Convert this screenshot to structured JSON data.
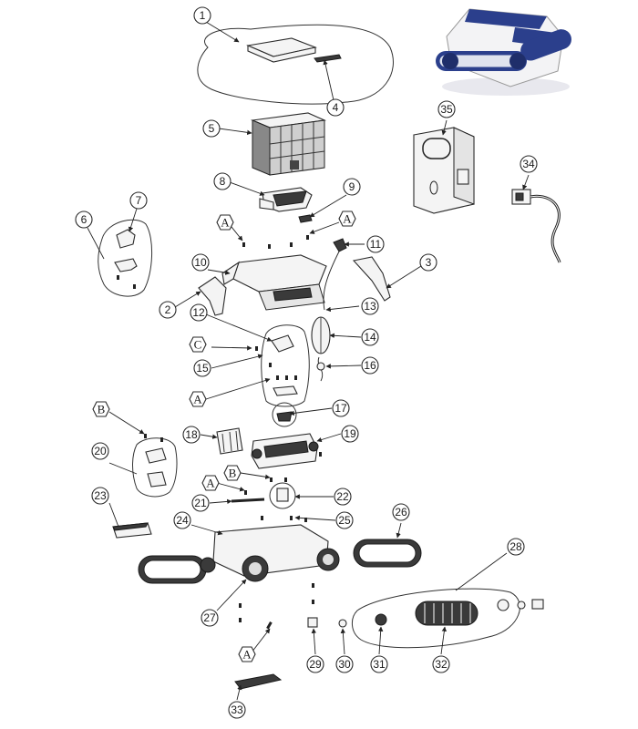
{
  "callouts": [
    "1",
    "2",
    "3",
    "4",
    "5",
    "6",
    "7",
    "8",
    "9",
    "10",
    "11",
    "12",
    "13",
    "14",
    "15",
    "16",
    "17",
    "18",
    "19",
    "20",
    "21",
    "22",
    "23",
    "24",
    "25",
    "26",
    "27",
    "28",
    "29",
    "30",
    "31",
    "32",
    "33",
    "34",
    "35"
  ],
  "refs": [
    "A",
    "A",
    "A",
    "A",
    "A",
    "A",
    "B",
    "B",
    "C"
  ],
  "colors": {
    "accent": "#2b3f8c",
    "line": "#222222"
  }
}
